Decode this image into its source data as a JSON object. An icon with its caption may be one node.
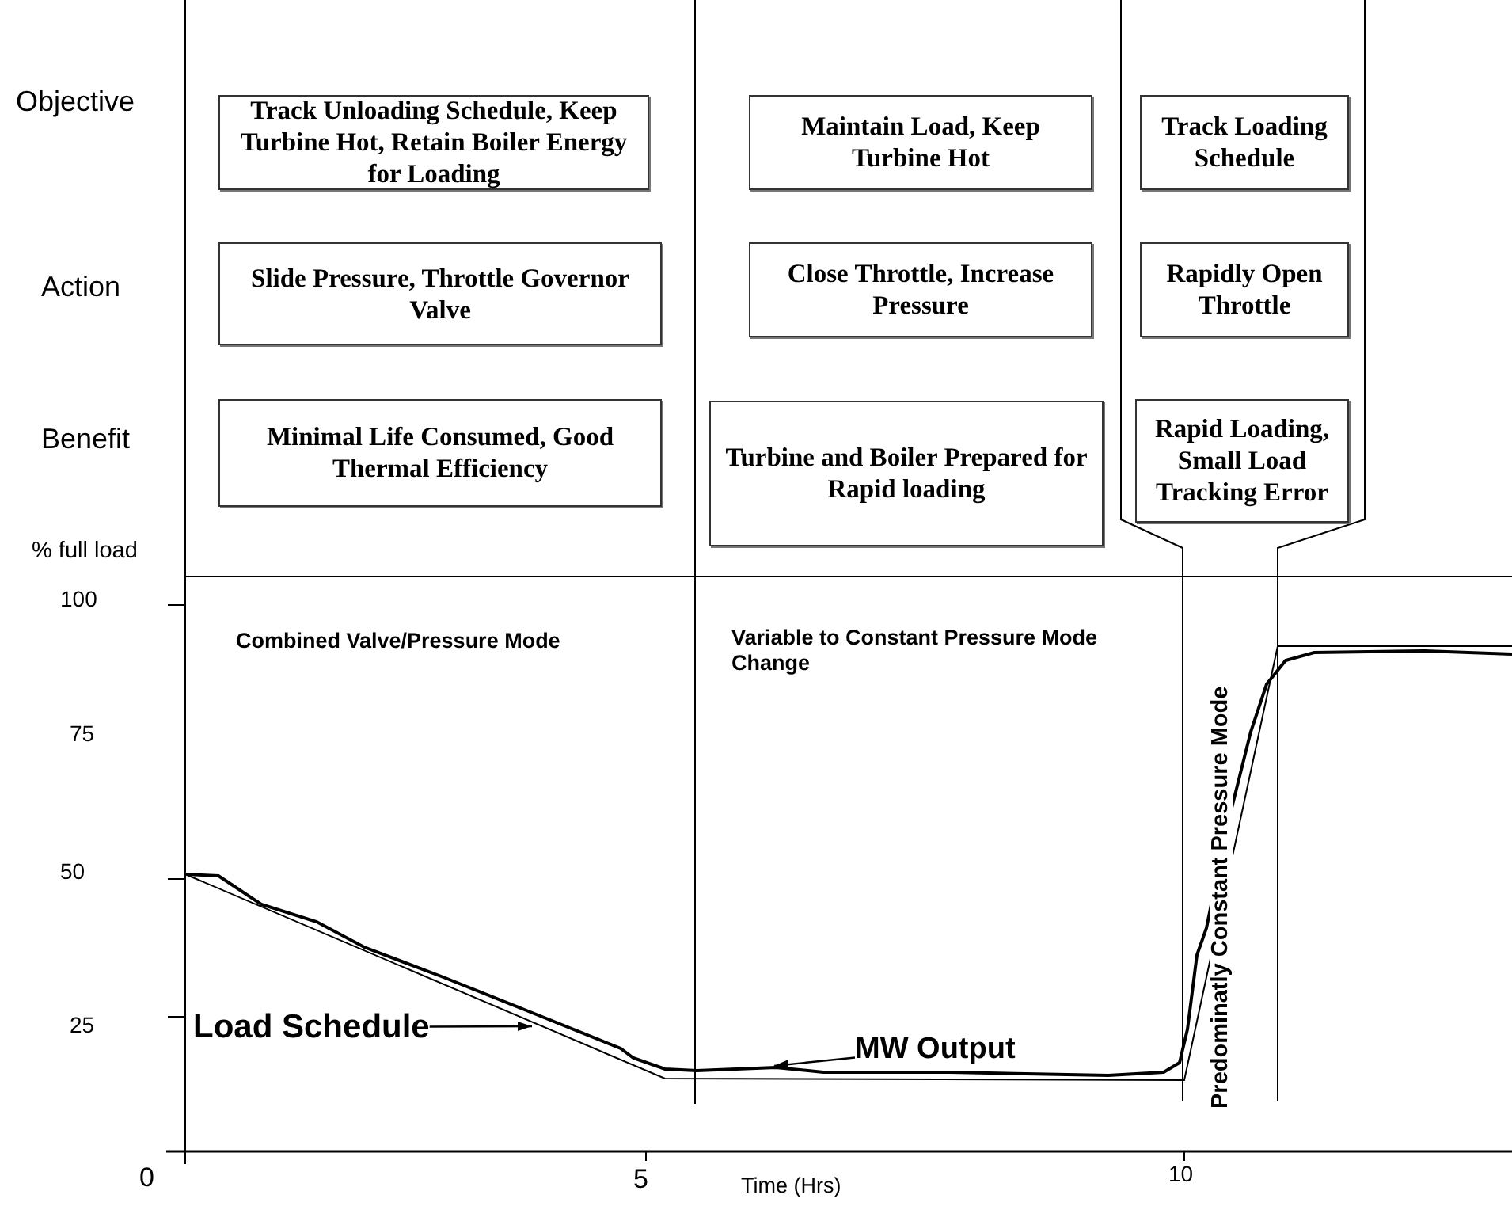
{
  "diagram": {
    "nodes": [
      {
        "text": [
          "Track Unloading Schedule, Keep Turbine Hot, Retain Boiler Energy for Loading"
        ]
      },
      {
        "text": [
          "Maintain Load, Keep Turbine Hot"
        ]
      },
      {
        "text": [
          "Track Loading Schedule"
        ]
      },
      {
        "text": [
          "Slide Pressure, Throttle Governor Valve"
        ]
      },
      {
        "text": [
          "Close Throttle, Increase Pressure"
        ]
      },
      {
        "text": [
          "Rapidly Open Throttle"
        ]
      },
      {
        "text": [
          "Minimal Life Consumed, Good Thermal Efficiency"
        ]
      },
      {
        "text": [
          "Turbine and Boiler Prepared for Rapid loading"
        ]
      },
      {
        "text": [
          "Rapid Loading, Small Load Tracking Error"
        ]
      },
      {
        "text": [
          "Load Schedule"
        ]
      },
      {
        "text": [
          "MW Output"
        ]
      }
    ],
    "edges": [
      {
        "from": 9,
        "to": null,
        "arrow": "to"
      },
      {
        "from": 10,
        "to": null,
        "arrow": "to"
      }
    ],
    "labels": [
      "Objective",
      "Action",
      "Benefit",
      "% full load",
      "100",
      "Combined Valve/Pressure Mode",
      "Variable to Constant Pressure Mode Change",
      "Predominatly Constant Pressure Mode",
      "75",
      "50",
      "25",
      "0",
      "5",
      "10",
      "Time (Hrs)"
    ]
  }
}
